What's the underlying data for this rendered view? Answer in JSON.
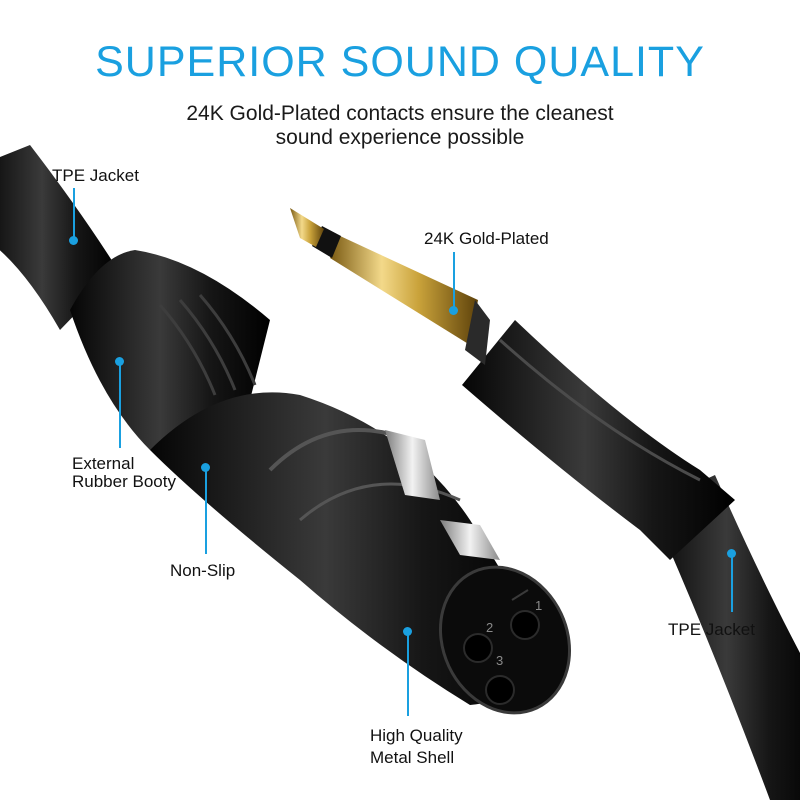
{
  "header": {
    "title": "SUPERIOR SOUND QUALITY",
    "subtitle_line1": "24K Gold-Plated contacts ensure the cleanest",
    "subtitle_line2": "sound experience possible"
  },
  "callouts": {
    "tpe_jacket_left": "TPE Jacket",
    "gold_plated": "24K Gold-Plated",
    "external_line1": "External",
    "external_line2": "Rubber Booty",
    "non_slip": "Non-Slip",
    "tpe_jacket_right": "TPE Jacket",
    "metal_shell_line1": "High Quality",
    "metal_shell_line2": "Metal Shell"
  },
  "pin_numbers": {
    "pin1": "1",
    "pin2": "2",
    "pin3": "3"
  },
  "colors": {
    "accent": "#1aa0e0",
    "cable": "#111111",
    "gold": "#c9a23a"
  },
  "icons": {
    "xlr": "xlr-female-connector-icon",
    "jack": "quarter-inch-jack-icon"
  }
}
